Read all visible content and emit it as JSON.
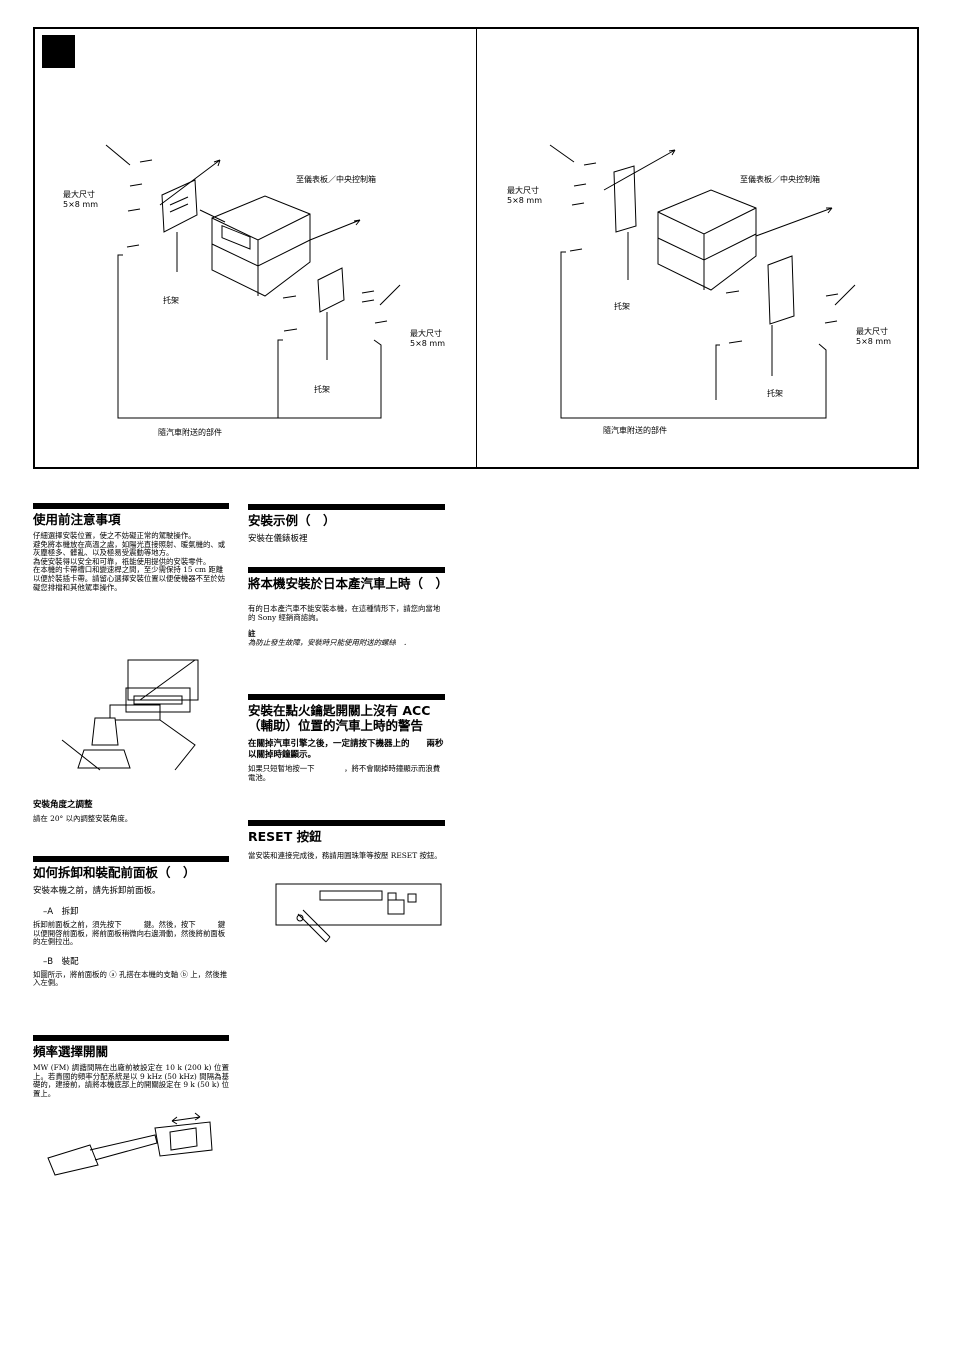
{
  "diagram": {
    "left": {
      "size_top": "最大尺寸\n5×8 mm",
      "to_dash": "至儀表板／中央控制箱",
      "bracket_a": "托架",
      "bracket_b": "托架",
      "size_right": "最大尺寸\n5×8 mm",
      "supplied": "隨汽車附送的部件"
    },
    "right": {
      "size_top": "最大尺寸\n5×8 mm",
      "to_dash": "至儀表板／中央控制箱",
      "bracket_a": "托架",
      "bracket_b": "托架",
      "size_right": "最大尺寸\n5×8 mm",
      "supplied": "隨汽車附送的部件"
    }
  },
  "col1": {
    "precautions": {
      "title": "使用前注意事項",
      "p1": "仔細選擇安裝位置，使之不妨礙正常的駕駛操作。",
      "p2": "避免將本機放在高溫之處，如陽光直接照射、暖氣機的、或灰塵極多、髒亂、以及極易受震動等地方。",
      "p3": "為使安裝得以安全和可靠，祇能使用提供的安裝零件。",
      "p4": "在本機的卡帶槽口和變速桿之間，至少需保持 15 cm 距離以便於裝插卡帶。請留心選擇安裝位置以便使機器不至於妨礙您排檔和其他駕車操作。"
    },
    "angle": {
      "title": "安裝角度之調整",
      "text": "請在 20° 以內調整安裝角度。"
    },
    "panel": {
      "title": "如何拆卸和裝配前面板（　）",
      "intro": "安裝本機之前，請先拆卸前面板。",
      "a_title": "–A　拆卸",
      "a_text": "拆卸前面板之前，須先按下　　　鍵。然後，按下　　　鍵以便開啓前面板，將前面板稍微向右邊滑動，然後將前面板的左側拉出。",
      "b_title": "–B　裝配",
      "b_text": "如圖所示，將前面板的 ⓐ 孔搭在本機的支軸 ⓑ 上，然後推入左側。"
    },
    "freq": {
      "title": "頻率選擇開關",
      "text": "MW (FM) 調諧間隔在出廠前被設定在 10 k (200 k) 位置上。若貴國的頻率分配系統是以 9 kHz (50 kHz) 間隔為基礎的，建接前，請將本機底部上的開關設定在 9 k (50 k) 位置上。"
    }
  },
  "col2": {
    "example": {
      "title": "安裝示例（　）",
      "sub": "安裝在儀錶板裡"
    },
    "japan": {
      "title": "將本機安裝於日本產汽車上時（　）",
      "text": "有的日本產汽車不能安裝本機，在這種情形下，請您向當地的 Sony 經銷商諮詢。",
      "note_title": "註",
      "note": "為防止發生故障，安裝時只能使用附送的螺絲　．"
    },
    "acc": {
      "title": "安裝在點火鑰匙開關上沒有 ACC（輔助）位置的汽車上時的警告",
      "sub": "在關掉汽車引擎之後，一定請按下機器上的　　兩秒以關掉時鐘顯示。",
      "text": "如果只短暫地按一下　　　　，將不會關掉時鐘顯示而浪費電池。"
    },
    "reset": {
      "title": "RESET 按鈕",
      "text": "當安裝和連接完成後，務請用圓珠筆等按壓 RESET 按鈕。"
    }
  }
}
